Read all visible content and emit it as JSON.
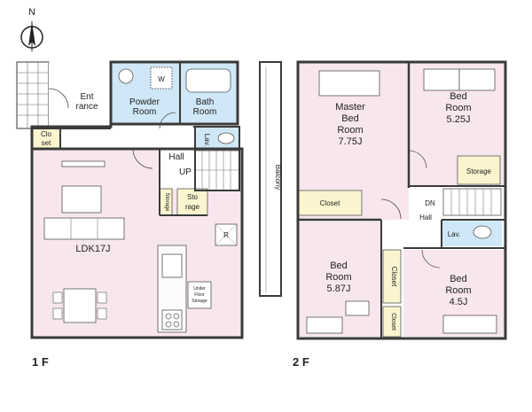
{
  "compass": {
    "north_label": "N"
  },
  "floor1": {
    "label": "1 F",
    "rooms": {
      "entrance": [
        "Ent",
        "rance"
      ],
      "powder": [
        "Powder",
        "Room"
      ],
      "powder_w": "W",
      "bath": [
        "Bath",
        "Room"
      ],
      "closet": [
        "Clo",
        "set"
      ],
      "lav": "Lav.",
      "hall": "Hall",
      "up": "UP",
      "storage_v": "Storage",
      "storage": [
        "Sto",
        "rage"
      ],
      "refrigerator": "R",
      "ldk": "LDK17J",
      "underfloor": [
        "Under",
        "Floor",
        "Storage"
      ]
    }
  },
  "floor2": {
    "label": "2 F",
    "rooms": {
      "balcony": "Balcony",
      "master": [
        "Master",
        "Bed",
        "Room",
        "7.75J"
      ],
      "bed1": [
        "Bed",
        "Room",
        "5.25J"
      ],
      "storage": "Storage",
      "closet_master": "Closet",
      "dn": "DN",
      "hall": "Hall",
      "lav": "Lav.",
      "bed2": [
        "Bed",
        "Room",
        "5.87J"
      ],
      "closet_v1": "Closet",
      "closet_v2": "Closet",
      "bed3": [
        "Bed",
        "Room",
        "4.5J"
      ]
    }
  },
  "colors": {
    "wall": "#3a3a3a",
    "room_pink": "#f8e6ee",
    "bath_blue": "#cfe7f6",
    "closet_yellow": "#fbf5cf",
    "hall_white": "#ffffff",
    "storage_green": "#eef5e4"
  }
}
